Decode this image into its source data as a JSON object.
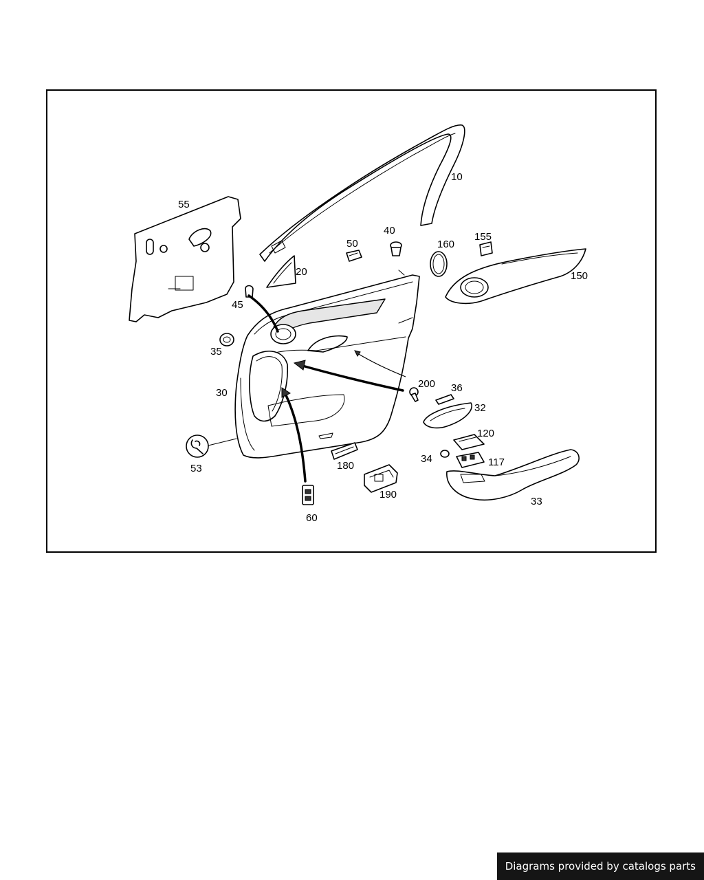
{
  "diagram": {
    "labels": {
      "p10": "10",
      "p20": "20",
      "p30": "30",
      "p32": "32",
      "p33": "33",
      "p34": "34",
      "p35": "35",
      "p36": "36",
      "p40": "40",
      "p45": "45",
      "p50": "50",
      "p53": "53",
      "p55": "55",
      "p60": "60",
      "p117": "117",
      "p120": "120",
      "p150": "150",
      "p155": "155",
      "p160": "160",
      "p180": "180",
      "p190": "190",
      "p200": "200"
    }
  },
  "footer": {
    "credit": "Diagrams provided by catalogs parts"
  }
}
